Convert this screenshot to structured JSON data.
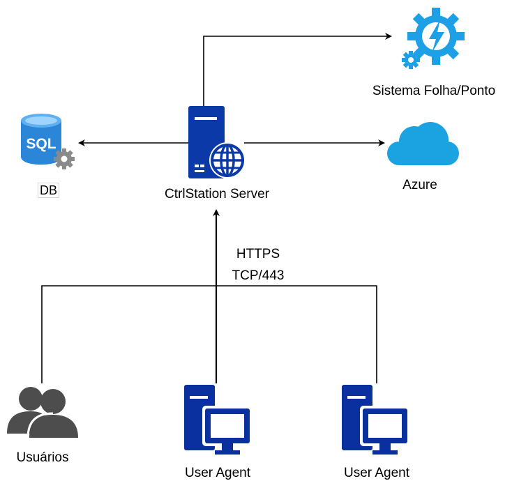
{
  "nodes": {
    "server": {
      "label": "CtrlStation Server"
    },
    "db": {
      "label": "DB",
      "icon_text": "SQL"
    },
    "folha": {
      "label": "Sistema Folha/Ponto"
    },
    "azure": {
      "label": "Azure"
    },
    "usuarios": {
      "label": "Usuários"
    },
    "agent1": {
      "label": "User Agent"
    },
    "agent2": {
      "label": "User Agent"
    }
  },
  "edges": {
    "bus_label": {
      "line1": "HTTPS",
      "line2": "TCP/443"
    }
  },
  "colors": {
    "server_blue": "#0b3aa8",
    "agent_blue": "#0a2f9e",
    "sql_blue": "#2b86d8",
    "azure_blue": "#1aa3e0",
    "folha_blue": "#1ea0e6",
    "user_gray": "#4d4d4d",
    "gear_gray": "#8a8a8a",
    "line_color": "#000000"
  }
}
